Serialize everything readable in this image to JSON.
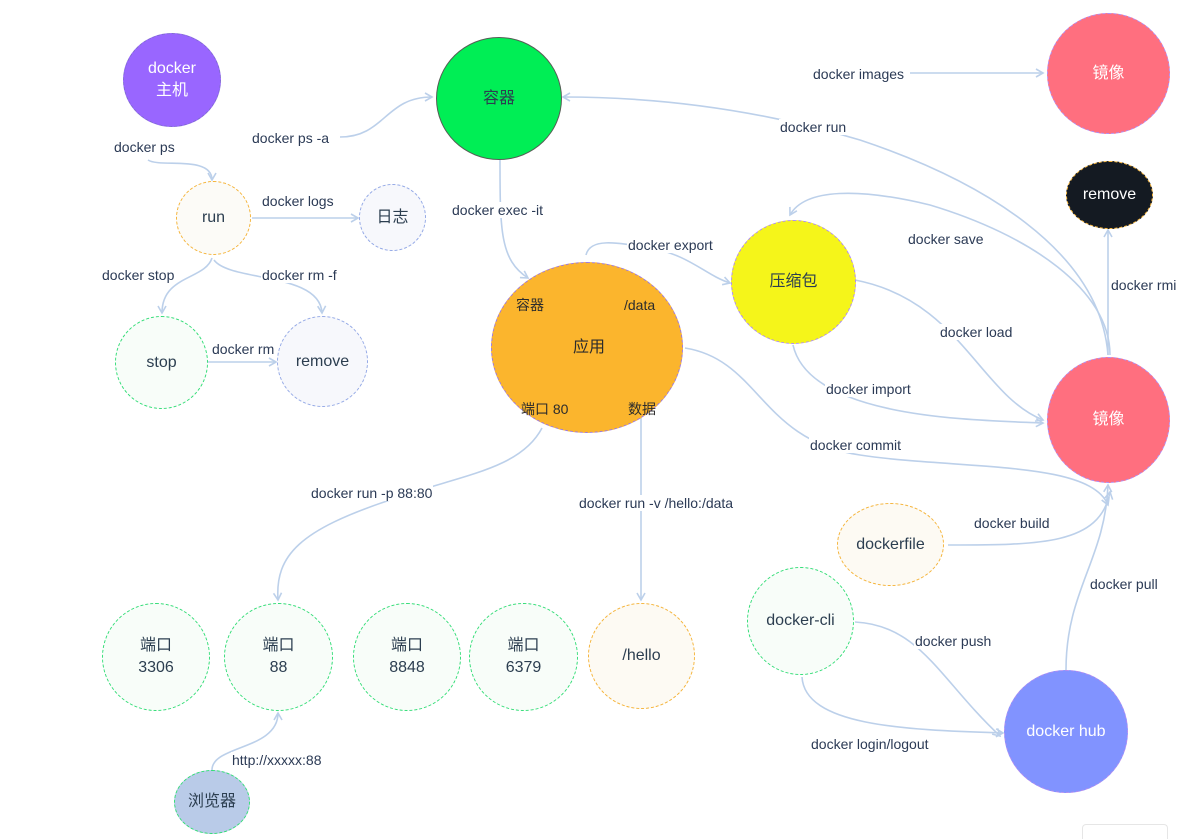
{
  "nodes": {
    "docker_host": [
      "docker",
      "主机"
    ],
    "container_top": [
      "容器"
    ],
    "image_top": [
      "镜像"
    ],
    "run": [
      "run"
    ],
    "log": [
      "日志"
    ],
    "stop": [
      "stop"
    ],
    "remove_left": [
      "remove"
    ],
    "running_container": [],
    "archive": [
      "压缩包"
    ],
    "remove_black": [
      "remove"
    ],
    "image_right": [
      "镜像"
    ],
    "dockerfile": [
      "dockerfile"
    ],
    "docker_cli": [
      "docker-cli"
    ],
    "docker_hub": [
      "docker hub"
    ],
    "port_3306": [
      "端口",
      "3306"
    ],
    "port_88": [
      "端口",
      "88"
    ],
    "port_8848": [
      "端口",
      "8848"
    ],
    "port_6379": [
      "端口",
      "6379"
    ],
    "hello": [
      "/hello"
    ],
    "browser": [
      "浏览器"
    ]
  },
  "container_inner": {
    "title": "容器",
    "data_path": "/data",
    "app": "应用",
    "port": "端口 80",
    "data": "数据"
  },
  "edge_labels": {
    "docker_images": "docker images",
    "docker_ps_a": "docker  ps -a",
    "docker_run": "docker run",
    "docker_ps": "docker ps",
    "docker_logs": "docker logs",
    "docker_exec": "docker exec -it",
    "docker_export": "docker export",
    "docker_save": "docker save",
    "docker_rmi": "docker rmi",
    "docker_stop": "docker stop",
    "docker_rm_f": "docker rm -f",
    "docker_rm": "docker rm",
    "docker_load": "docker load",
    "docker_import": "docker import",
    "docker_commit": "docker commit",
    "docker_run_p": "docker run -p 88:80",
    "docker_run_v": "docker run -v /hello:/data",
    "docker_build": "docker build",
    "docker_pull": "docker pull",
    "docker_push": "docker push",
    "docker_login": "docker login/logout",
    "http": "http://xxxxx:88"
  },
  "colors": {
    "edge": "#bcd0ea",
    "docker_host_fill": "#9966ff",
    "container_fill": "#00ee55",
    "image_fill": "#ff6f7f",
    "running_container_fill": "#fbb52d",
    "archive_fill": "#f5f51a",
    "remove_fill": "#141a22",
    "docker_hub_fill": "#8193ff",
    "browser_fill": "#b9cbe8",
    "green_dash": "#33dd77",
    "orange_dash": "#f5b43a",
    "blue_dash": "#94a9e6"
  }
}
